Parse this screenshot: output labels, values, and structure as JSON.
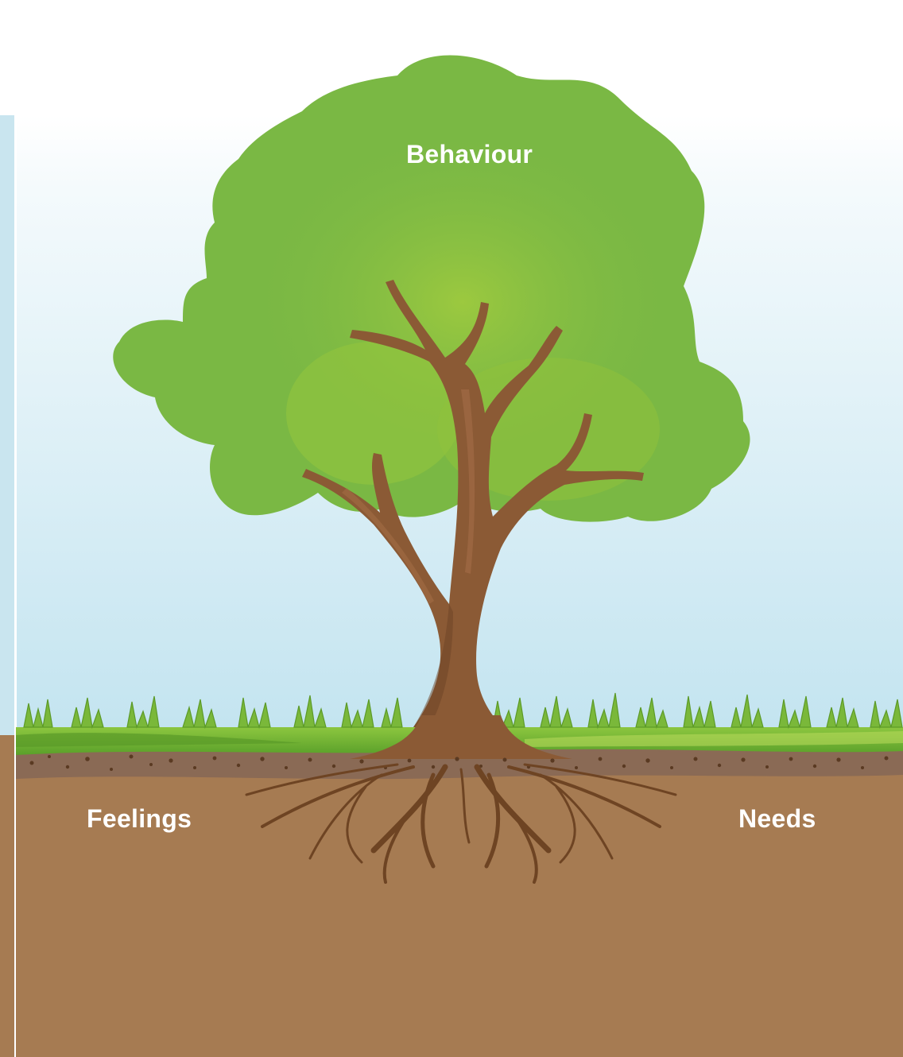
{
  "diagram": {
    "labels": {
      "canopy": "Behaviour",
      "left_root": "Feelings",
      "right_root": "Needs"
    }
  },
  "colors": {
    "sky_top": "#ffffff",
    "sky_bottom": "#c3e4f0",
    "leaf_dark": "#7ab844",
    "leaf_light": "#9cc83c",
    "trunk": "#8b5a35",
    "trunk_shadow": "#6b4225",
    "grass": "#6cb030",
    "grass_light": "#9ccc4a",
    "soil": "#a67b52",
    "soil_top": "#8a6a55",
    "root": "#6e4423",
    "label_text": "#ffffff"
  }
}
